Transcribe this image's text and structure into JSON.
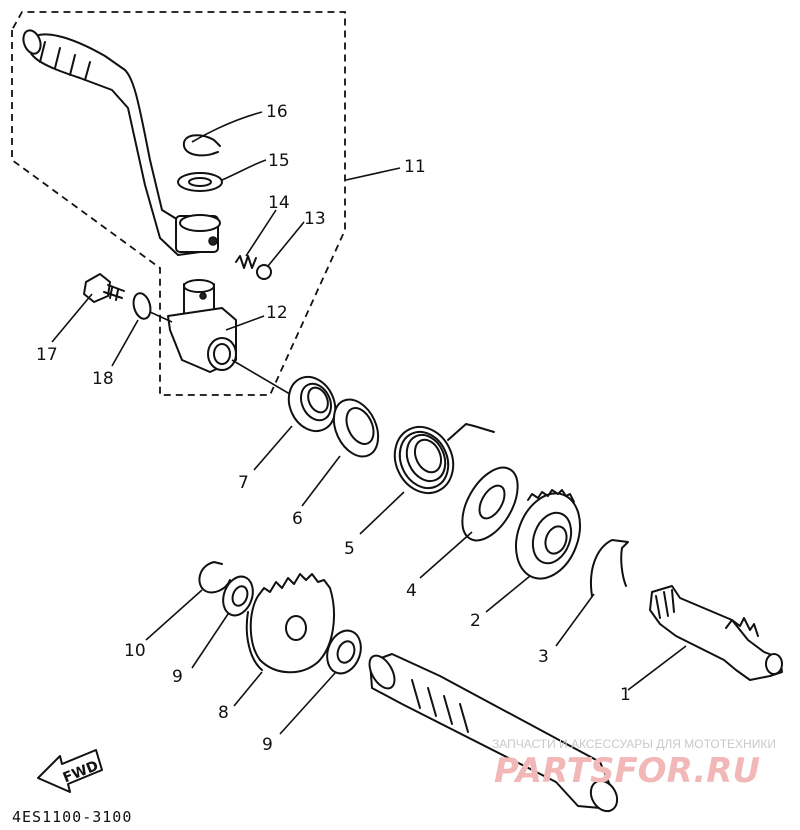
{
  "labels": {
    "p1": "1",
    "p2": "2",
    "p3": "3",
    "p4": "4",
    "p5": "5",
    "p6": "6",
    "p7": "7",
    "p8": "8",
    "p9a": "9",
    "p9b": "9",
    "p10": "10",
    "p11": "11",
    "p12": "12",
    "p13": "13",
    "p14": "14",
    "p15": "15",
    "p16": "16",
    "p17": "17",
    "p18": "18"
  },
  "fwd_label": "FWD",
  "diagram_code": "4ES1100-3100",
  "watermark": {
    "caption": "ЗАПЧАСТИ И АКСЕССУАРЫ ДЛЯ МОТОТЕХНИКИ",
    "brand": "PARTSFOR.RU"
  }
}
